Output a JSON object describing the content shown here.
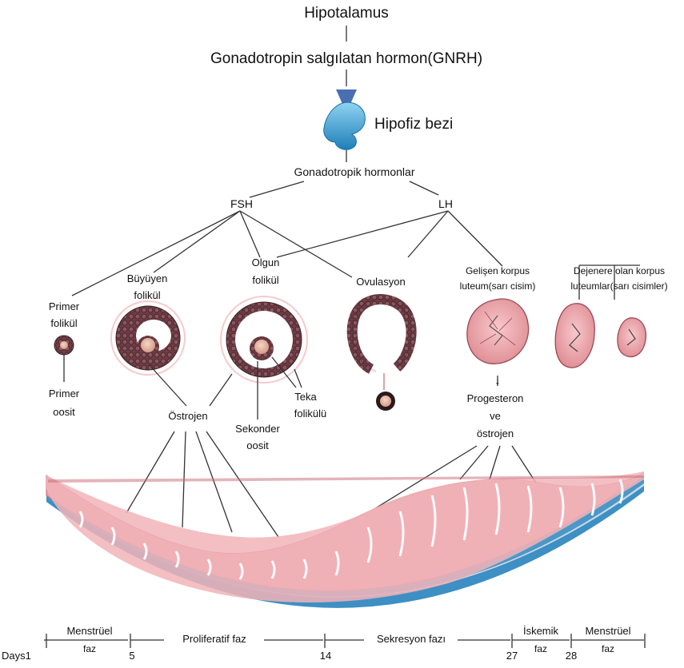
{
  "top": {
    "hypothalamus": "Hipotalamus",
    "gnrh": "Gonadotropin salgılatan hormon(GNRH)",
    "pituitary": "Hipofiz bezi",
    "gonadotropic": "Gonadotropik hormonlar",
    "fsh": "FSH",
    "lh": "LH"
  },
  "follicles": {
    "primary_1": "Primer",
    "primary_2": "folikül",
    "growing_1": "Büyüyen",
    "growing_2": "folikül",
    "mature_1": "Olgun",
    "mature_2": "folikül",
    "ovulation": "Ovulasyon",
    "developing_cl_1": "Gelişen korpus",
    "developing_cl_2": "luteum(sarı cisim)",
    "degenerating_cl_1": "Dejenere olan korpus",
    "degenerating_cl_2": "luteumlar(sarı cisimler)"
  },
  "labels": {
    "primary_oocyte_1": "Primer",
    "primary_oocyte_2": "oosit",
    "estrogen": "Östrojen",
    "secondary_oocyte_1": "Sekonder",
    "secondary_oocyte_2": "oosit",
    "theca_1": "Teka",
    "theca_2": "folikülü",
    "progesterone_1": "Progesteron",
    "progesterone_2": "ve",
    "progesterone_3": "östrojen",
    "arrow_down": "↓"
  },
  "timeline": {
    "days_label": "Days",
    "day_1": "1",
    "day_5": "5",
    "day_14": "14",
    "day_27": "27",
    "day_28": "28",
    "menstrual_1": "Menstrüel",
    "menstrual_1b": "faz",
    "proliferative": "Proliferatif faz",
    "secretory": "Sekresyon fazı",
    "ischemic_1": "İskemik",
    "ischemic_2": "faz",
    "menstrual_2": "Menstrüel",
    "menstrual_2b": "faz"
  },
  "colors": {
    "line": "#3a3a3a",
    "follicle_wall": "#4a2a2e",
    "follicle_cell": "#7a4a50",
    "oocyte": "#e8b9a6",
    "endometrium": "#e89aa0",
    "endometrium_dark": "#c96a75",
    "myometrium_blue": "#3d8fc4",
    "pituitary": "#3aa6d8",
    "corpus_luteum": "#f0a9ae"
  }
}
